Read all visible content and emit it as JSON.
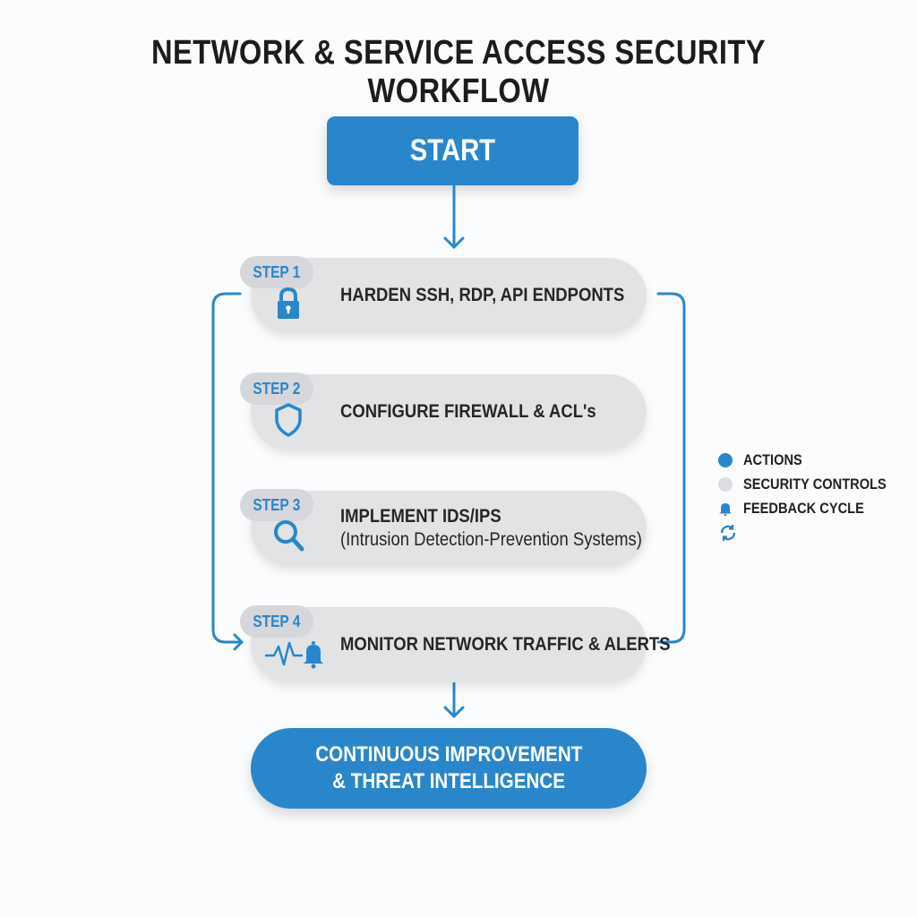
{
  "title": "NETWORK & SERVICE ACCESS SECURITY WORKFLOW",
  "start": {
    "label": "START"
  },
  "steps": [
    {
      "badge": "STEP 1",
      "icon": "lock-icon",
      "title": "HARDEN SSH, RDP, API ENDPONTS",
      "subtitle": ""
    },
    {
      "badge": "STEP 2",
      "icon": "shield-icon",
      "title": "CONFIGURE FIREWALL & ACL's",
      "subtitle": ""
    },
    {
      "badge": "STEP 3",
      "icon": "magnifier-icon",
      "title": "IMPLEMENT IDS/IPS",
      "subtitle": "(Intrusion Detection-Prevention Systems)"
    },
    {
      "badge": "STEP 4",
      "icon": "pulse-bell-icon",
      "title": "MONITOR NETWORK TRAFFIC & ALERTS",
      "subtitle": ""
    }
  ],
  "final": {
    "line1": "CONTINUOUS IMPROVEMENT",
    "line2": "& THREAT INTELLIGENCE"
  },
  "legend": [
    {
      "marker": "blue-dot",
      "label": "ACTIONS"
    },
    {
      "marker": "gray-dot",
      "label": "SECURITY CONTROLS"
    },
    {
      "marker": "bell-icon",
      "label": "FEEDBACK CYCLE"
    },
    {
      "marker": "refresh-cycle-icon",
      "label": ""
    }
  ],
  "colors": {
    "accent": "#2a86cb",
    "step_fill": "#e2e3e5",
    "badge_fill": "#d6d7da",
    "text": "#262626",
    "background": "#fbfcfd"
  }
}
